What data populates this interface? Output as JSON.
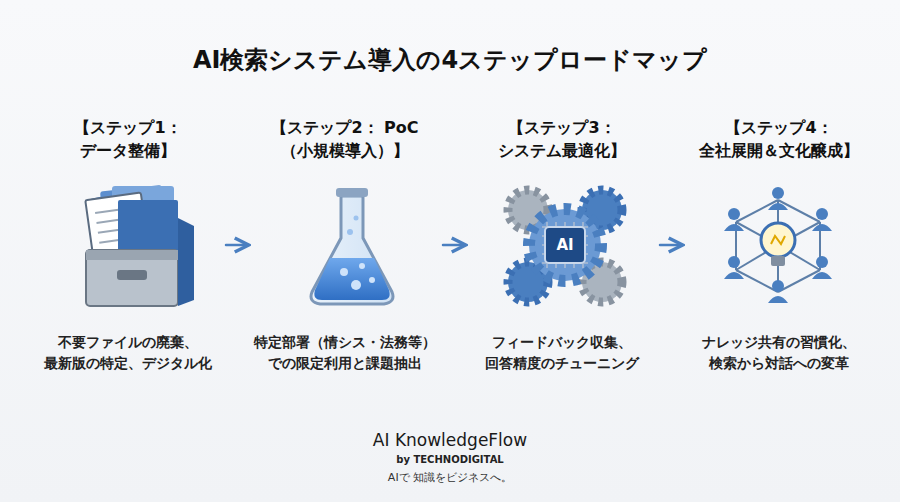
{
  "diagram": {
    "title": "AI検索システム導入の4ステップロードマップ",
    "nodes": [
      {
        "text": [
          "【ステップ1： データ整備】",
          "不要ファイルの廃棄、 最新版の特定、デジタル化"
        ]
      },
      {
        "text": [
          "【ステップ2： PoC（小規模導入）】",
          "特定部署（情シス・法務等） での限定利用と課題抽出"
        ]
      },
      {
        "text": [
          "【ステップ3： システム最適化】",
          "フィードバック収集、 回答精度のチューニング"
        ]
      },
      {
        "text": [
          "【ステップ4： 全社展開＆文化醸成】",
          "ナレッジ共有の習慣化、 検索から対話への変革"
        ]
      }
    ],
    "edges": [
      {
        "from": 0,
        "to": 1,
        "arrow": "to"
      },
      {
        "from": 1,
        "to": 2,
        "arrow": "to"
      },
      {
        "from": 2,
        "to": 3,
        "arrow": "to"
      }
    ],
    "labels": [
      "AI",
      "AI KnowledgeFlow",
      "by TECHNODIGITAL",
      "AIで 知識をビジネスへ。"
    ]
  }
}
